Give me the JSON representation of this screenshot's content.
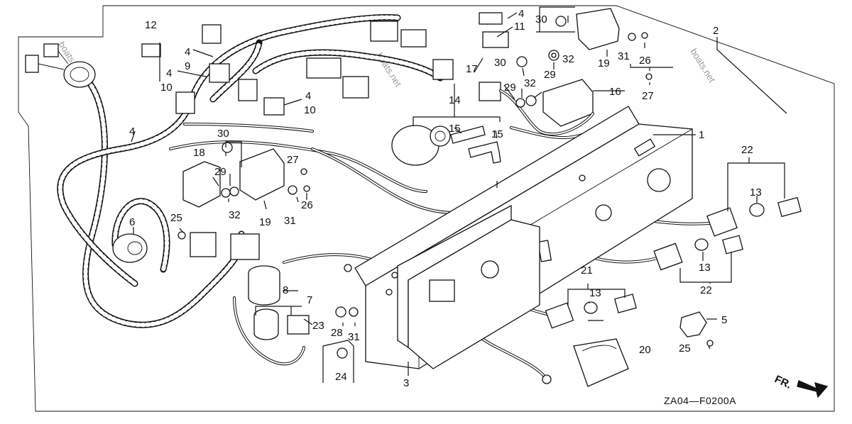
{
  "diagram": {
    "code": "ZA04—F0200A",
    "front_label": "FR.",
    "watermark": "boats.net",
    "callouts": [
      {
        "id": "c1",
        "num": "1"
      },
      {
        "id": "c2",
        "num": "2"
      },
      {
        "id": "c3",
        "num": "3"
      },
      {
        "id": "c4a",
        "num": "4"
      },
      {
        "id": "c4b",
        "num": "4"
      },
      {
        "id": "c4c",
        "num": "4"
      },
      {
        "id": "c4d",
        "num": "4"
      },
      {
        "id": "c4e",
        "num": "4"
      },
      {
        "id": "c5",
        "num": "5"
      },
      {
        "id": "c6",
        "num": "6"
      },
      {
        "id": "c7",
        "num": "7"
      },
      {
        "id": "c8",
        "num": "8"
      },
      {
        "id": "c9",
        "num": "9"
      },
      {
        "id": "c10a",
        "num": "10"
      },
      {
        "id": "c10b",
        "num": "10"
      },
      {
        "id": "c11",
        "num": "11"
      },
      {
        "id": "c12",
        "num": "12"
      },
      {
        "id": "c13a",
        "num": "13"
      },
      {
        "id": "c13b",
        "num": "13"
      },
      {
        "id": "c13c",
        "num": "13"
      },
      {
        "id": "c14",
        "num": "14"
      },
      {
        "id": "c15a",
        "num": "15"
      },
      {
        "id": "c15b",
        "num": "15"
      },
      {
        "id": "c16",
        "num": "16"
      },
      {
        "id": "c17",
        "num": "17"
      },
      {
        "id": "c18",
        "num": "18"
      },
      {
        "id": "c19a",
        "num": "19"
      },
      {
        "id": "c19b",
        "num": "19"
      },
      {
        "id": "c20",
        "num": "20"
      },
      {
        "id": "c21",
        "num": "21"
      },
      {
        "id": "c22a",
        "num": "22"
      },
      {
        "id": "c22b",
        "num": "22"
      },
      {
        "id": "c23",
        "num": "23"
      },
      {
        "id": "c24",
        "num": "24"
      },
      {
        "id": "c25a",
        "num": "25"
      },
      {
        "id": "c25b",
        "num": "25"
      },
      {
        "id": "c26a",
        "num": "26"
      },
      {
        "id": "c26b",
        "num": "26"
      },
      {
        "id": "c27a",
        "num": "27"
      },
      {
        "id": "c27b",
        "num": "27"
      },
      {
        "id": "c28",
        "num": "28"
      },
      {
        "id": "c29a",
        "num": "29"
      },
      {
        "id": "c29b",
        "num": "29"
      },
      {
        "id": "c29c",
        "num": "29"
      },
      {
        "id": "c30a",
        "num": "30"
      },
      {
        "id": "c30b",
        "num": "30"
      },
      {
        "id": "c30c",
        "num": "30"
      },
      {
        "id": "c31a",
        "num": "31"
      },
      {
        "id": "c31b",
        "num": "31"
      },
      {
        "id": "c31c",
        "num": "31"
      },
      {
        "id": "c32a",
        "num": "32"
      },
      {
        "id": "c32b",
        "num": "32"
      },
      {
        "id": "c32c",
        "num": "32"
      }
    ]
  }
}
